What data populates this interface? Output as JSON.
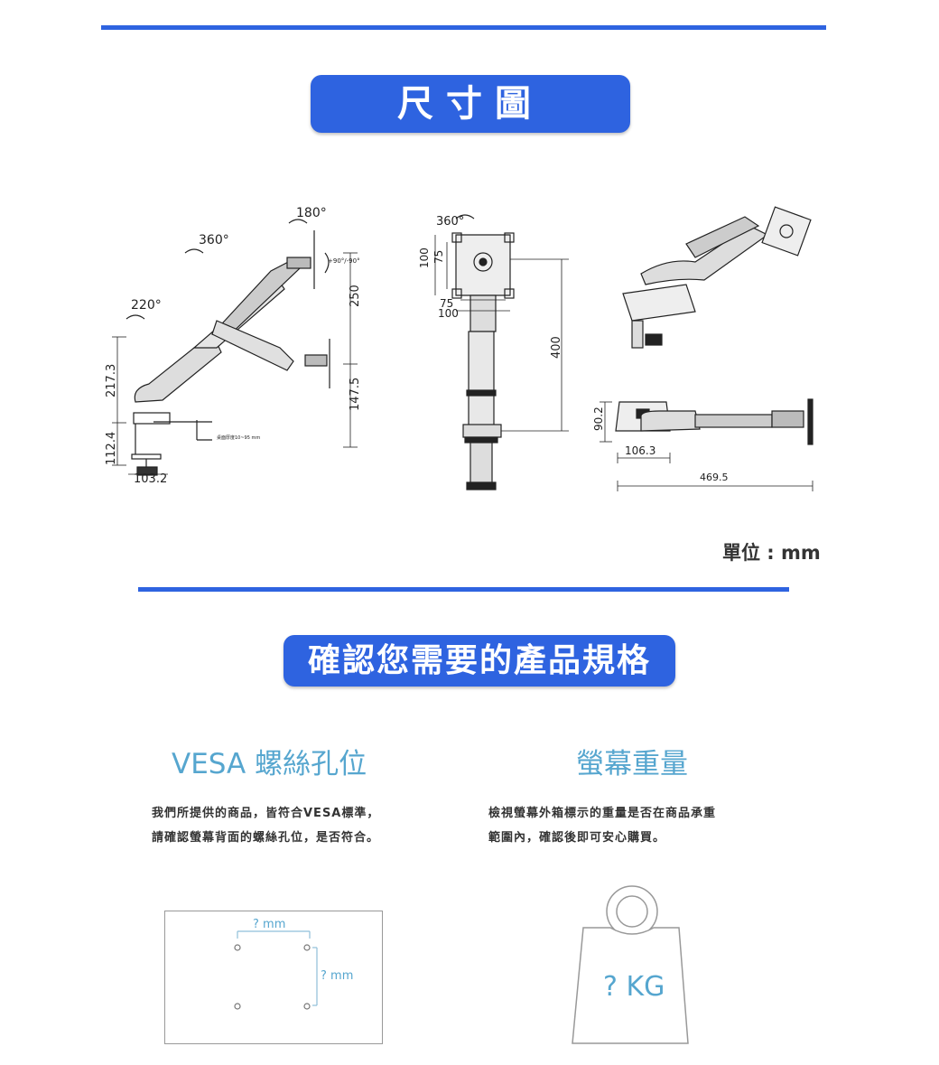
{
  "dimension_section": {
    "title": "尺寸圖",
    "unit_label": "單位 : mm",
    "side_view": {
      "rotation_top": "180°",
      "rotation_mid": "360°",
      "rotation_low": "220°",
      "tilt_label": "+90°/-90°",
      "height_250": "250",
      "height_147_5": "147.5",
      "height_217_3": "217.3",
      "height_112_4": "112.4",
      "width_103_2": "103.2",
      "desk_label": "桌面厚度10~95 mm"
    },
    "front_view": {
      "rotation": "360°",
      "vesa_100_v": "100",
      "vesa_75_v": "75",
      "vesa_75_h": "75",
      "vesa_100_h": "100",
      "height_400": "400"
    },
    "top_view": {
      "dim_90_2": "90.2",
      "dim_106_3": "106.3",
      "dim_469_5": "469.5"
    }
  },
  "spec_section": {
    "title": "確認您需要的產品規格",
    "vesa": {
      "heading": "VESA 螺絲孔位",
      "line1": "我們所提供的商品，皆符合VESA標準，",
      "line2": "請確認螢幕背面的螺絲孔位，是否符合。",
      "h_mm": "? mm",
      "v_mm": "? mm"
    },
    "weight": {
      "heading": "螢幕重量",
      "line1": "檢視螢幕外箱標示的重量是否在商品承重",
      "line2": "範圍內，確認後即可安心購買。",
      "kg": "? KG"
    }
  },
  "colors": {
    "accent": "#2e63e0",
    "subhead": "#56a6cf"
  }
}
